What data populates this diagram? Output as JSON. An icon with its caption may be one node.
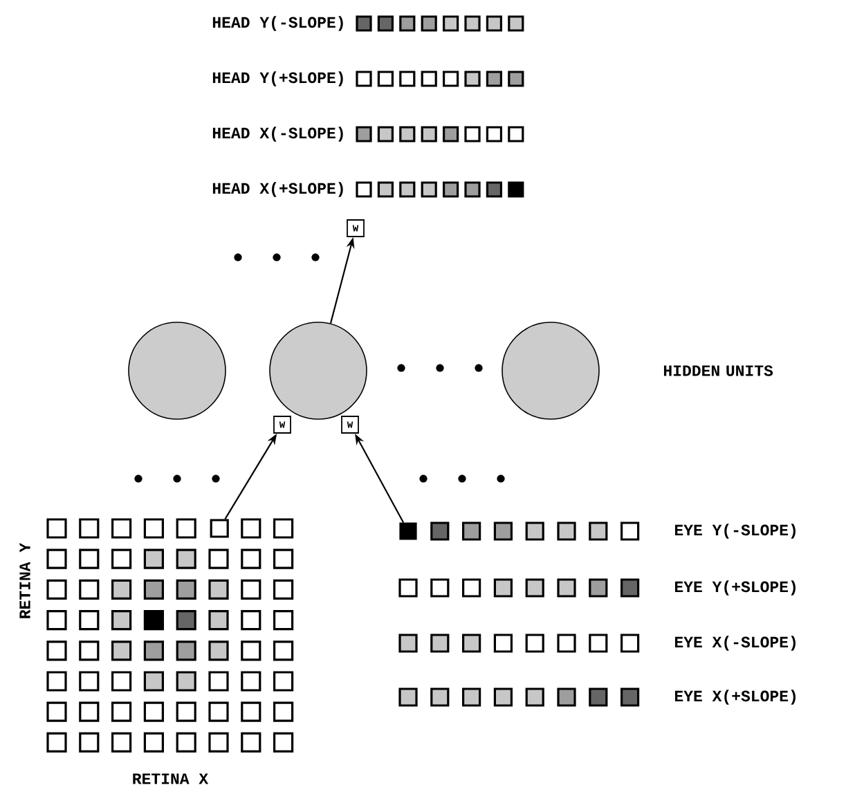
{
  "diagram": {
    "nodes": [
      {
        "text": [],
        "shape": "circle"
      },
      {
        "text": [],
        "shape": "circle"
      },
      {
        "text": [],
        "shape": "circle"
      },
      {
        "text": [
          "W"
        ]
      },
      {
        "text": [
          "W"
        ]
      },
      {
        "text": [
          "W"
        ]
      },
      {
        "text": [],
        "shape": "box"
      },
      {
        "text": [],
        "shape": "box"
      }
    ],
    "edges": [
      {
        "from": 1,
        "to": 3,
        "arrow": "to"
      },
      {
        "from": 6,
        "to": 4,
        "arrow": "to"
      },
      {
        "from": 7,
        "to": 5,
        "arrow": "to"
      }
    ],
    "labels": [
      "HEAD Y(-SLOPE)",
      "HEAD Y(+SLOPE)",
      "HEAD X(-SLOPE)",
      "HEAD X(+SLOPE)",
      "HIDDEN UNITS",
      "RETINA Y",
      "EYE Y(-SLOPE)",
      "EYE Y(+SLOPE)",
      "EYE X(-SLOPE)",
      "EYE X(+SLOPE)",
      "RETINA X"
    ]
  }
}
